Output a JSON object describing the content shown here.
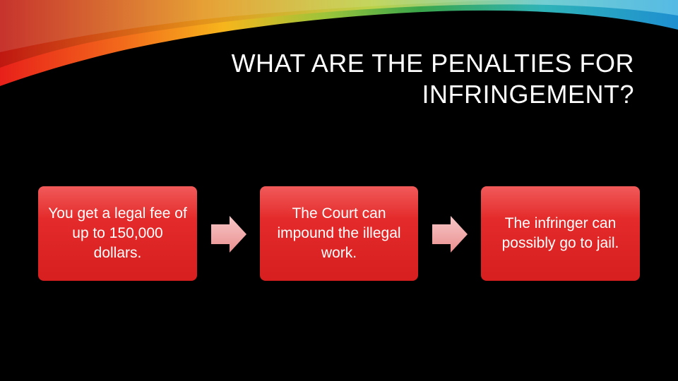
{
  "title": {
    "line1": "WHAT ARE THE PENALTIES FOR",
    "line2": "INFRINGEMENT?"
  },
  "steps": [
    {
      "text": "You get a legal fee of up to 150,000 dollars."
    },
    {
      "text": "The Court can impound the illegal work."
    },
    {
      "text": "The infringer can possibly go to jail."
    }
  ],
  "colors": {
    "background": "#000000",
    "box": "#e42a2a",
    "arrow": "#f2a7a7",
    "title": "#ffffff"
  },
  "icons": [
    "rainbow-swoosh",
    "right-arrow-icon",
    "right-arrow-icon"
  ]
}
